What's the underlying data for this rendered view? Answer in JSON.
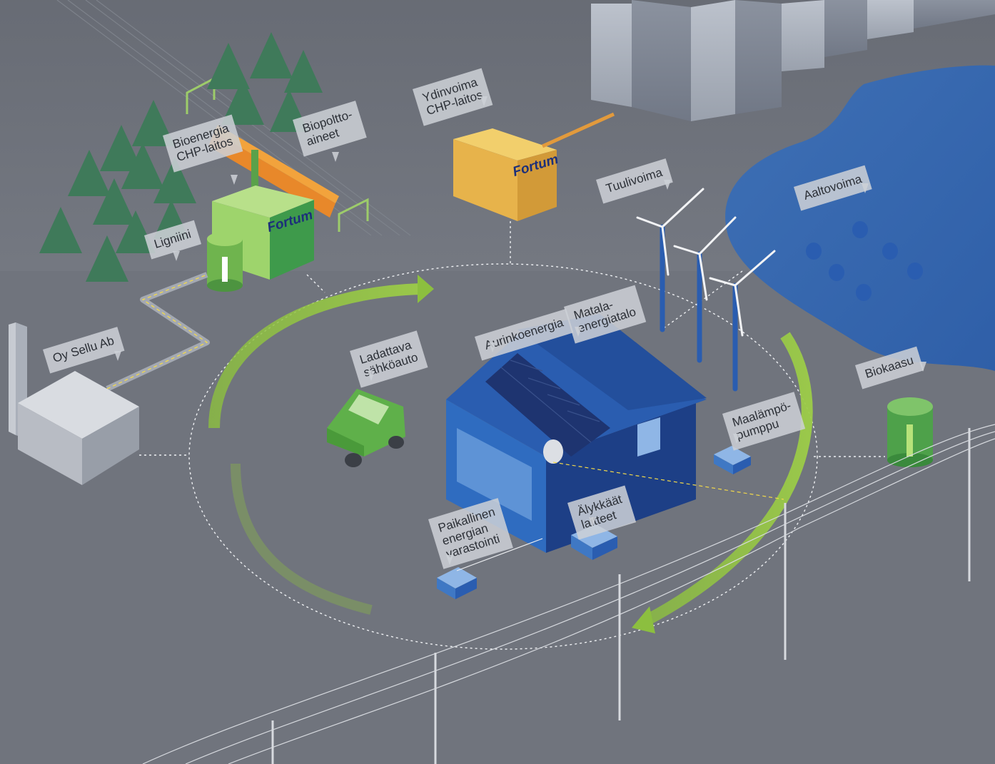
{
  "brand": {
    "name": "Fortum",
    "logo_color": "#1c2f7a",
    "background_color": "#6f737c",
    "arrow_color": "#8cbf3f",
    "accent_yellow": "#f2d94a"
  },
  "callouts": {
    "bioenergy_chp": {
      "lines": [
        "Bioenergia",
        "CHP-laitos"
      ]
    },
    "biofuels": {
      "lines": [
        "Biopoltto-",
        "aineet"
      ]
    },
    "lignin": {
      "lines": [
        "Ligniini"
      ]
    },
    "pulp_mill": {
      "lines": [
        "Oy Sellu Ab"
      ]
    },
    "nuclear_chp": {
      "lines": [
        "Ydinvoima",
        "CHP-laitos"
      ]
    },
    "wind_power": {
      "lines": [
        "Tuulivoima"
      ]
    },
    "wave_power": {
      "lines": [
        "Aaltovoima"
      ]
    },
    "biogas": {
      "lines": [
        "Biokaasu"
      ]
    },
    "electric_car": {
      "lines": [
        "Ladattava",
        "sähköauto"
      ]
    },
    "solar_energy": {
      "lines": [
        "Aurinkoenergia"
      ]
    },
    "low_energy_house": {
      "lines": [
        "Matala-",
        "energiatalo"
      ]
    },
    "heat_pump": {
      "lines": [
        "Maalämpö-",
        "pumppu"
      ]
    },
    "smart_devices": {
      "lines": [
        "Älykkäät",
        "laitteet"
      ]
    },
    "local_storage": {
      "lines": [
        "Paikallinen",
        "energian",
        "varastointi"
      ]
    }
  }
}
